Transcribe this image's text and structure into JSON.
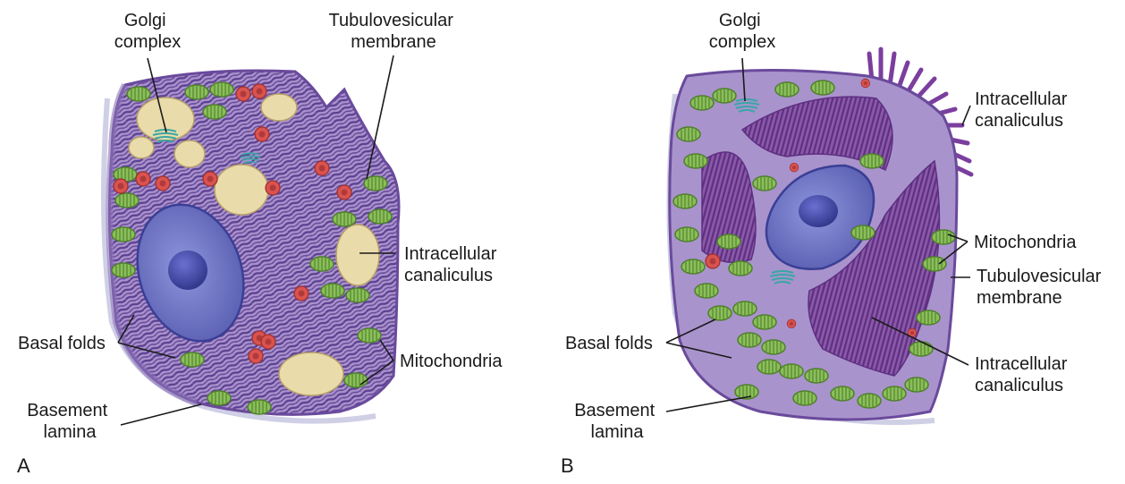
{
  "panels": [
    {
      "letter": "A",
      "labels": {
        "golgi": [
          "Golgi",
          "complex"
        ],
        "tubulovesicular": [
          "Tubulovesicular",
          "membrane"
        ],
        "intracellular": [
          "Intracellular",
          "canaliculus"
        ],
        "mitochondria": [
          "Mitochondria"
        ],
        "basal_folds": [
          "Basal folds"
        ],
        "basement": [
          "Basement",
          "lamina"
        ]
      }
    },
    {
      "letter": "B",
      "labels": {
        "golgi": [
          "Golgi",
          "complex"
        ],
        "intracellular_top": [
          "Intracellular",
          "canaliculus"
        ],
        "mitochondria": [
          "Mitochondria"
        ],
        "tubulovesicular": [
          "Tubulovesicular",
          "membrane"
        ],
        "basal_folds": [
          "Basal folds"
        ],
        "intracellular_bottom": [
          "Intracellular",
          "canaliculus"
        ],
        "basement": [
          "Basement",
          "lamina"
        ]
      }
    }
  ],
  "colors": {
    "cytoplasm": "#a993cc",
    "cytoplasm_dark": "#8c73b8",
    "membrane": "#6a4a9c",
    "rer": "#5b3f91",
    "nucleus": "#6f74c4",
    "nucleolus": "#3a3f95",
    "mitochondria": "#8cbf5a",
    "mito_dark": "#4d7f2b",
    "canaliculus": "#eadcaa",
    "vesicle_red": "#d9534f",
    "golgi": "#3aa6a6",
    "basement": "#cfcfe6",
    "microvilli_dark": "#7b3e9e"
  }
}
